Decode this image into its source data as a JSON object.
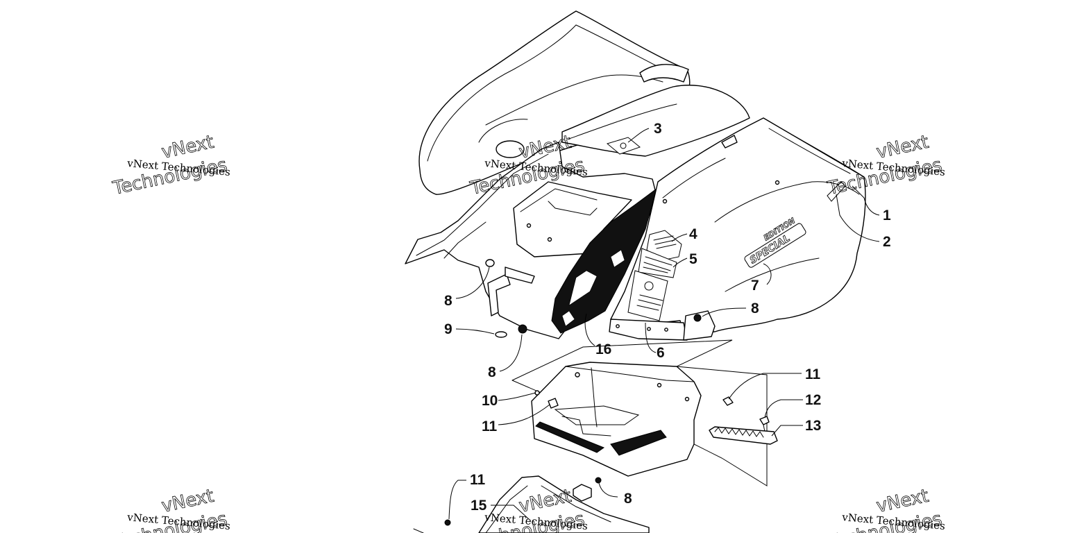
{
  "watermark": {
    "line1": "vNext",
    "line2": "vNext Technologies",
    "line3": "Technologies"
  },
  "decal_text": {
    "special": "SPECIAL",
    "edition": "EDITION"
  },
  "callouts": [
    {
      "id": "c1",
      "label": "1"
    },
    {
      "id": "c2",
      "label": "2"
    },
    {
      "id": "c3",
      "label": "3"
    },
    {
      "id": "c4",
      "label": "4"
    },
    {
      "id": "c5",
      "label": "5"
    },
    {
      "id": "c6",
      "label": "6"
    },
    {
      "id": "c7",
      "label": "7"
    },
    {
      "id": "c8a",
      "label": "8"
    },
    {
      "id": "c8b",
      "label": "8"
    },
    {
      "id": "c8c",
      "label": "8"
    },
    {
      "id": "c8d",
      "label": "8"
    },
    {
      "id": "c9",
      "label": "9"
    },
    {
      "id": "c10",
      "label": "10"
    },
    {
      "id": "c11a",
      "label": "11"
    },
    {
      "id": "c11b",
      "label": "11"
    },
    {
      "id": "c11c",
      "label": "11"
    },
    {
      "id": "c12",
      "label": "12"
    },
    {
      "id": "c13",
      "label": "13"
    },
    {
      "id": "c15",
      "label": "15"
    },
    {
      "id": "c16",
      "label": "16"
    }
  ]
}
